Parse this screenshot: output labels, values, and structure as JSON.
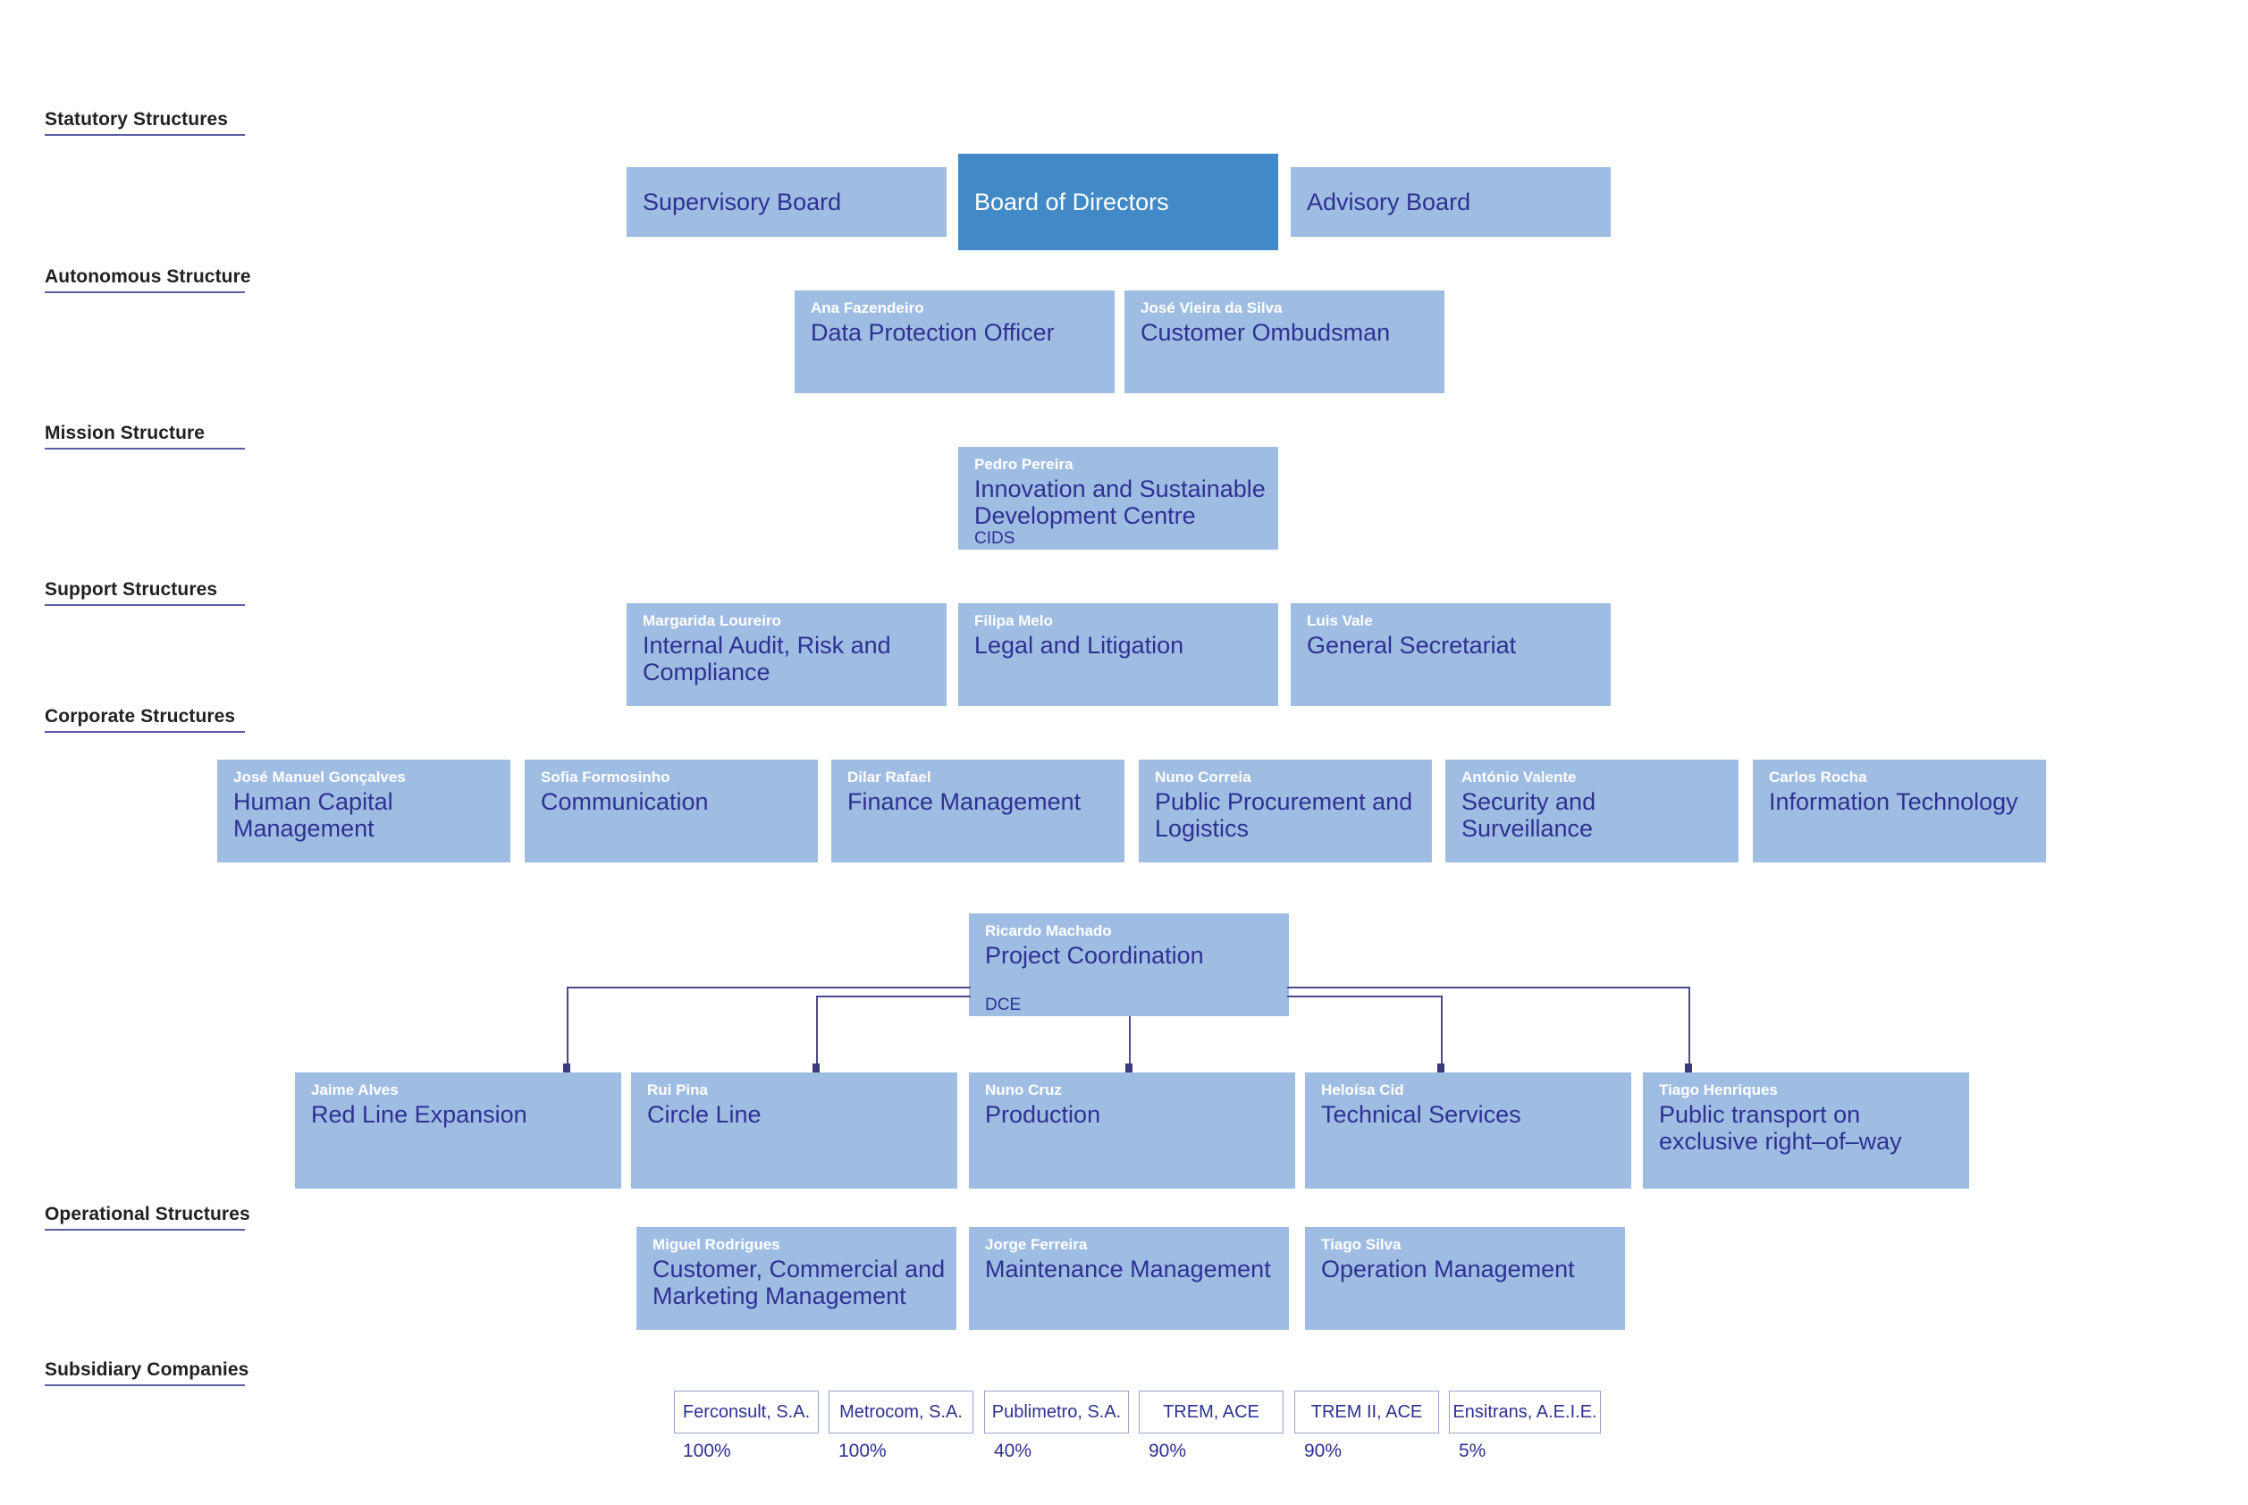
{
  "colors": {
    "box_light": "#9fbde3",
    "box_dark": "#4189c7",
    "title_text": "#2e3192",
    "person_text": "#ffffff",
    "connector": "#4b4a8c",
    "rule": "#5b5ea6"
  },
  "sections": [
    {
      "label": "Statutory Structures"
    },
    {
      "label": "Autonomous Structure"
    },
    {
      "label": "Mission Structure"
    },
    {
      "label": "Support Structures"
    },
    {
      "label": "Corporate Structures"
    },
    {
      "label": "Operational Structures"
    },
    {
      "label": "Subsidiary Companies"
    }
  ],
  "statutory": [
    {
      "title": "Supervisory Board",
      "person": "",
      "acronym": ""
    },
    {
      "title": "Board of Directors",
      "person": "",
      "acronym": ""
    },
    {
      "title": "Advisory Board",
      "person": "",
      "acronym": ""
    }
  ],
  "autonomous": [
    {
      "person": "Ana Fazendeiro",
      "title": "Data Protection Officer",
      "acronym": ""
    },
    {
      "person": "José Vieira da Silva",
      "title": "Customer Ombudsman",
      "acronym": ""
    }
  ],
  "mission": [
    {
      "person": "Pedro Pereira",
      "title": "Innovation and Sustainable Development Centre",
      "acronym": "CIDS"
    }
  ],
  "support": [
    {
      "person": "Margarida Loureiro",
      "title": "Internal Audit, Risk and Compliance",
      "acronym": ""
    },
    {
      "person": "Filipa Melo",
      "title": "Legal and Litigation",
      "acronym": ""
    },
    {
      "person": "Luis Vale",
      "title": "General Secretariat",
      "acronym": ""
    }
  ],
  "corporate": [
    {
      "person": "José Manuel Gonçalves",
      "title": "Human Capital Management",
      "acronym": ""
    },
    {
      "person": "Sofia Formosinho",
      "title": "Communication",
      "acronym": ""
    },
    {
      "person": "Dilar Rafael",
      "title": "Finance Management",
      "acronym": ""
    },
    {
      "person": "Nuno Correia",
      "title": "Public Procurement and Logistics",
      "acronym": ""
    },
    {
      "person": "António Valente",
      "title": "Security and Surveillance",
      "acronym": ""
    },
    {
      "person": "Carlos Rocha",
      "title": "Information Technology",
      "acronym": ""
    }
  ],
  "coordination": {
    "person": "Ricardo Machado",
    "title": "Project Coordination",
    "acronym": "DCE"
  },
  "operational_top": [
    {
      "person": "Jaime Alves",
      "title": "Red Line Expansion",
      "acronym": ""
    },
    {
      "person": "Rui Pina",
      "title": "Circle  Line",
      "acronym": ""
    },
    {
      "person": "Nuno Cruz",
      "title": "Production",
      "acronym": ""
    },
    {
      "person": "Heloísa Cid",
      "title": "Technical Services",
      "acronym": ""
    },
    {
      "person": "Tiago Henriques",
      "title": "Public transport on exclusive right–of–way",
      "acronym": ""
    }
  ],
  "operational_bottom": [
    {
      "person": "Miguel Rodrigues",
      "title": "Customer, Commercial and Marketing Management",
      "acronym": ""
    },
    {
      "person": "Jorge Ferreira",
      "title": "Maintenance Management",
      "acronym": ""
    },
    {
      "person": "Tiago Silva",
      "title": "Operation Management",
      "acronym": ""
    }
  ],
  "subsidiaries": [
    {
      "name": "Ferconsult, S.A.",
      "share": "100%"
    },
    {
      "name": "Metrocom, S.A.",
      "share": "100%"
    },
    {
      "name": "Publimetro, S.A.",
      "share": "40%"
    },
    {
      "name": "TREM, ACE",
      "share": "90%"
    },
    {
      "name": "TREM II, ACE",
      "share": "90%"
    },
    {
      "name": "Ensitrans, A.E.I.E.",
      "share": "5%"
    }
  ]
}
